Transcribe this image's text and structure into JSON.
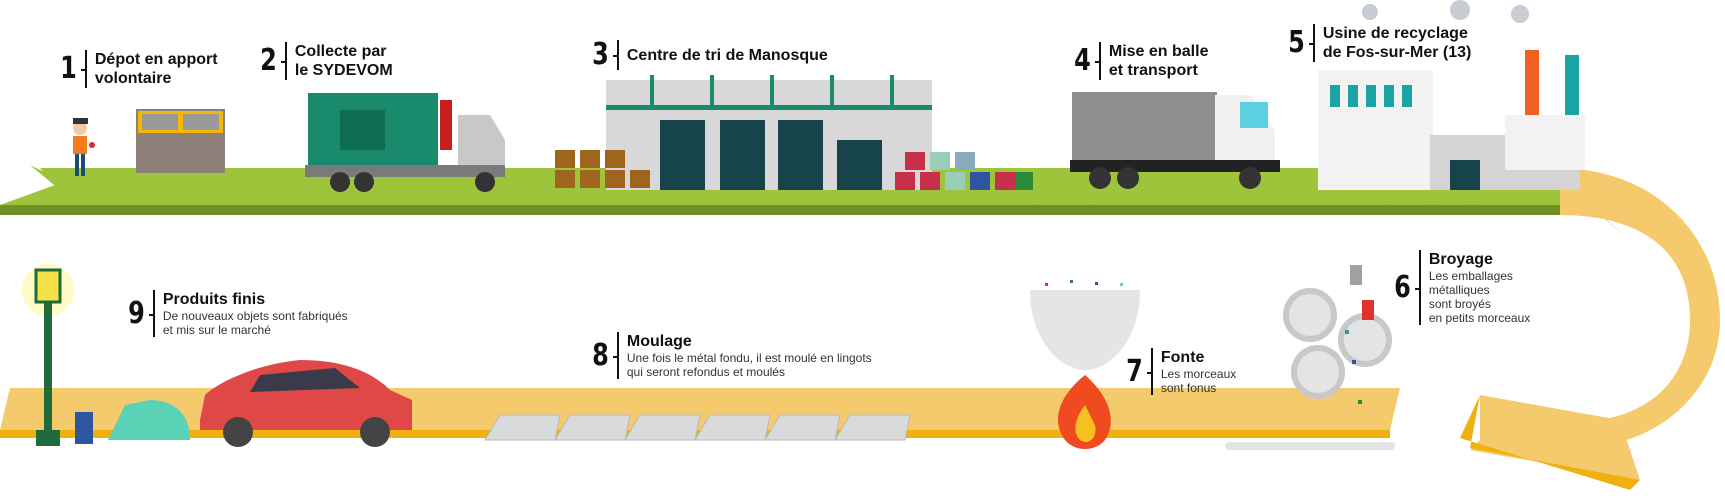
{
  "steps": [
    {
      "number": "1",
      "title_lines": [
        "Dépot en apport",
        "volontaire"
      ]
    },
    {
      "number": "2",
      "title_lines": [
        "Collecte par",
        "le SYDEVOM"
      ]
    },
    {
      "number": "3",
      "title_lines": [
        "Centre de tri de Manosque"
      ]
    },
    {
      "number": "4",
      "title_lines": [
        "Mise en balle",
        "et transport"
      ]
    },
    {
      "number": "5",
      "title_lines": [
        "Usine de recyclage",
        "de Fos-sur-Mer (13)"
      ]
    },
    {
      "number": "6",
      "title": "Broyage",
      "desc_lines": [
        "Les emballages",
        "métalliques",
        "sont broyés",
        "en petits morceaux"
      ]
    },
    {
      "number": "7",
      "title": "Fonte",
      "desc_lines": [
        "Les morceaux",
        "sont fonus"
      ]
    },
    {
      "number": "8",
      "title": "Moulage",
      "desc_lines": [
        "Une fois le métal fondu, il est moulé en lingots",
        "qui seront refondus et moulés"
      ]
    },
    {
      "number": "9",
      "title": "Produits finis",
      "desc_lines": [
        "De nouveaux objets sont fabriqués",
        "et mis sur le marché"
      ]
    }
  ],
  "colors": {
    "green_band": "#9dc43a",
    "green_dark": "#6f8f27",
    "orange_band": "#f5ca6c",
    "orange_dark": "#f0b010",
    "truck_green": "#1a8a6c",
    "factory_teal": "#1aa3a3",
    "car_red": "#e04848"
  }
}
